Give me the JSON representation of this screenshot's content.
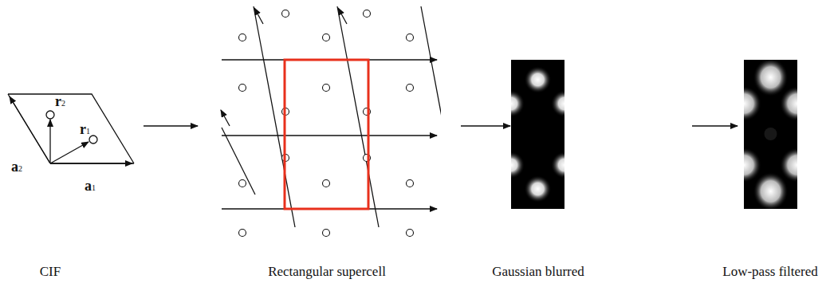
{
  "diagram": {
    "labels": [
      "a2",
      "r2",
      "r1",
      "a1",
      "CIF",
      "Rectangular supercell",
      "Gaussian blurred",
      "Low-pass filtered"
    ]
  }
}
